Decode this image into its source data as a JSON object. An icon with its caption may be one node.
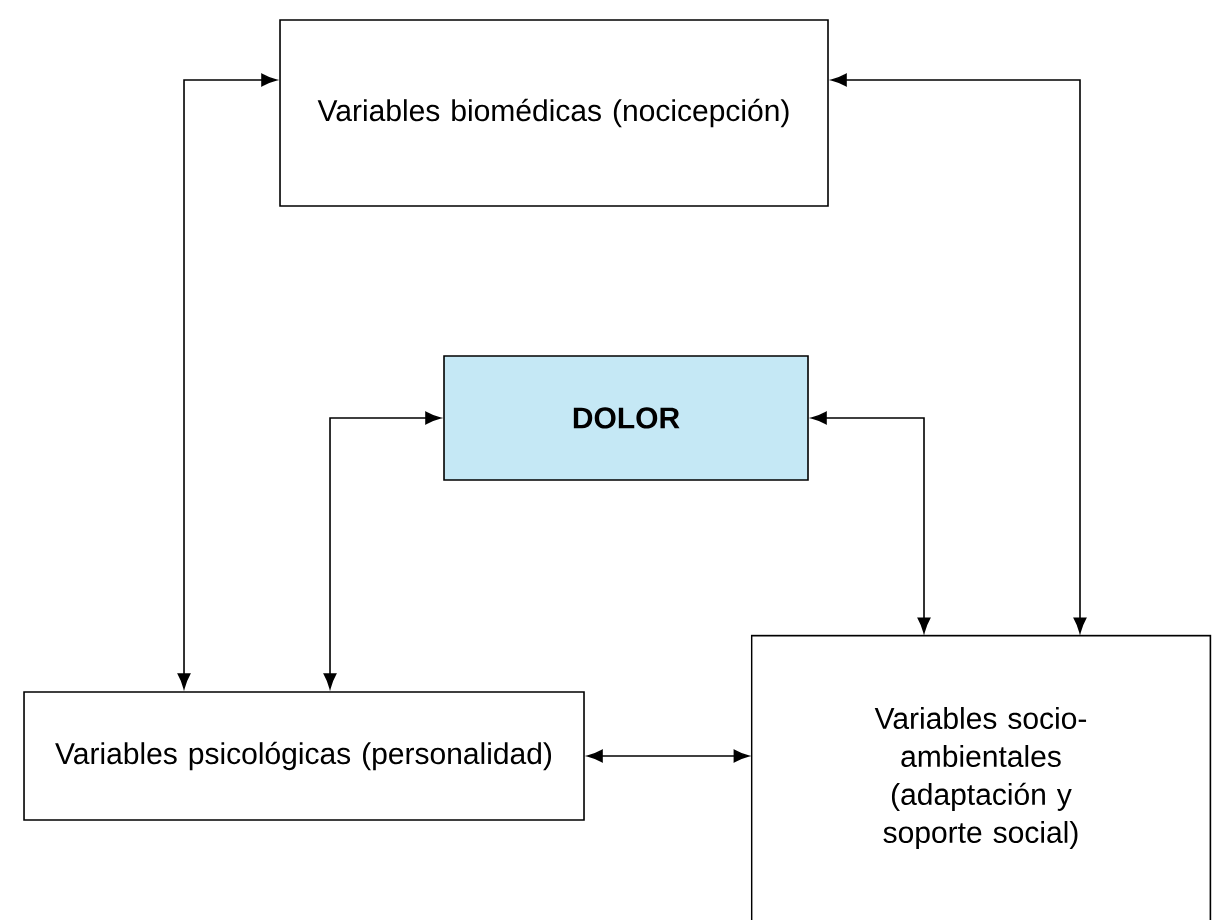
{
  "diagram": {
    "nodes": [
      {
        "text": [
          "Variables biomédicas (nocicepción)"
        ]
      },
      {
        "text": [
          "DOLOR"
        ]
      },
      {
        "text": [
          "Variables psicológicas (personalidad)"
        ]
      },
      {
        "text": [
          "Variables socio-ambientales (adaptación y soporte social)"
        ]
      }
    ],
    "edges": [
      {
        "from": 0,
        "to": 2,
        "arrow": "both"
      },
      {
        "from": 0,
        "to": 3,
        "arrow": "both"
      },
      {
        "from": 1,
        "to": 2,
        "arrow": "both"
      },
      {
        "from": 1,
        "to": 3,
        "arrow": "both"
      },
      {
        "from": 2,
        "to": 3,
        "arrow": "both"
      }
    ]
  }
}
